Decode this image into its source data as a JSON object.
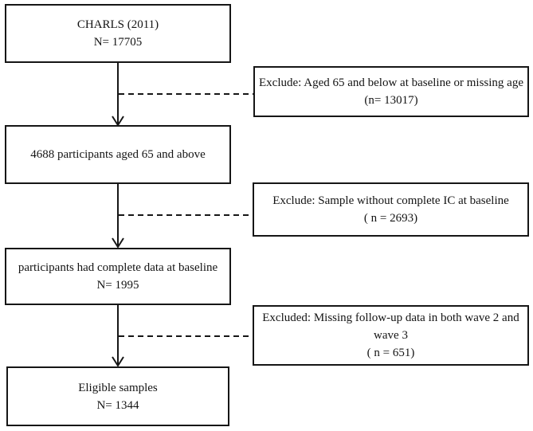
{
  "diagram": {
    "title": "CHARLS participant selection flowchart",
    "colors": {
      "line": "#161616",
      "text": "#141414",
      "background": "#ffffff"
    },
    "steps": [
      {
        "id": "charls",
        "lines": [
          "CHARLS (2011)",
          "N= 17705"
        ]
      },
      {
        "id": "aged65",
        "lines": [
          "4688 participants aged 65 and above"
        ]
      },
      {
        "id": "complete",
        "lines": [
          "participants had complete data at baseline",
          "N= 1995"
        ]
      },
      {
        "id": "eligible",
        "lines": [
          "Eligible samples",
          "N= 1344"
        ]
      }
    ],
    "exclusions": [
      {
        "id": "excl1",
        "lines": [
          "Exclude: Aged 65 and below at baseline or missing age",
          "(n= 13017)"
        ]
      },
      {
        "id": "excl2",
        "lines": [
          "Exclude: Sample without complete IC at baseline",
          "( n = 2693)"
        ]
      },
      {
        "id": "excl3",
        "lines": [
          "Excluded: Missing follow-up data in both wave 2 and",
          "wave 3",
          "( n = 651)"
        ]
      }
    ]
  }
}
